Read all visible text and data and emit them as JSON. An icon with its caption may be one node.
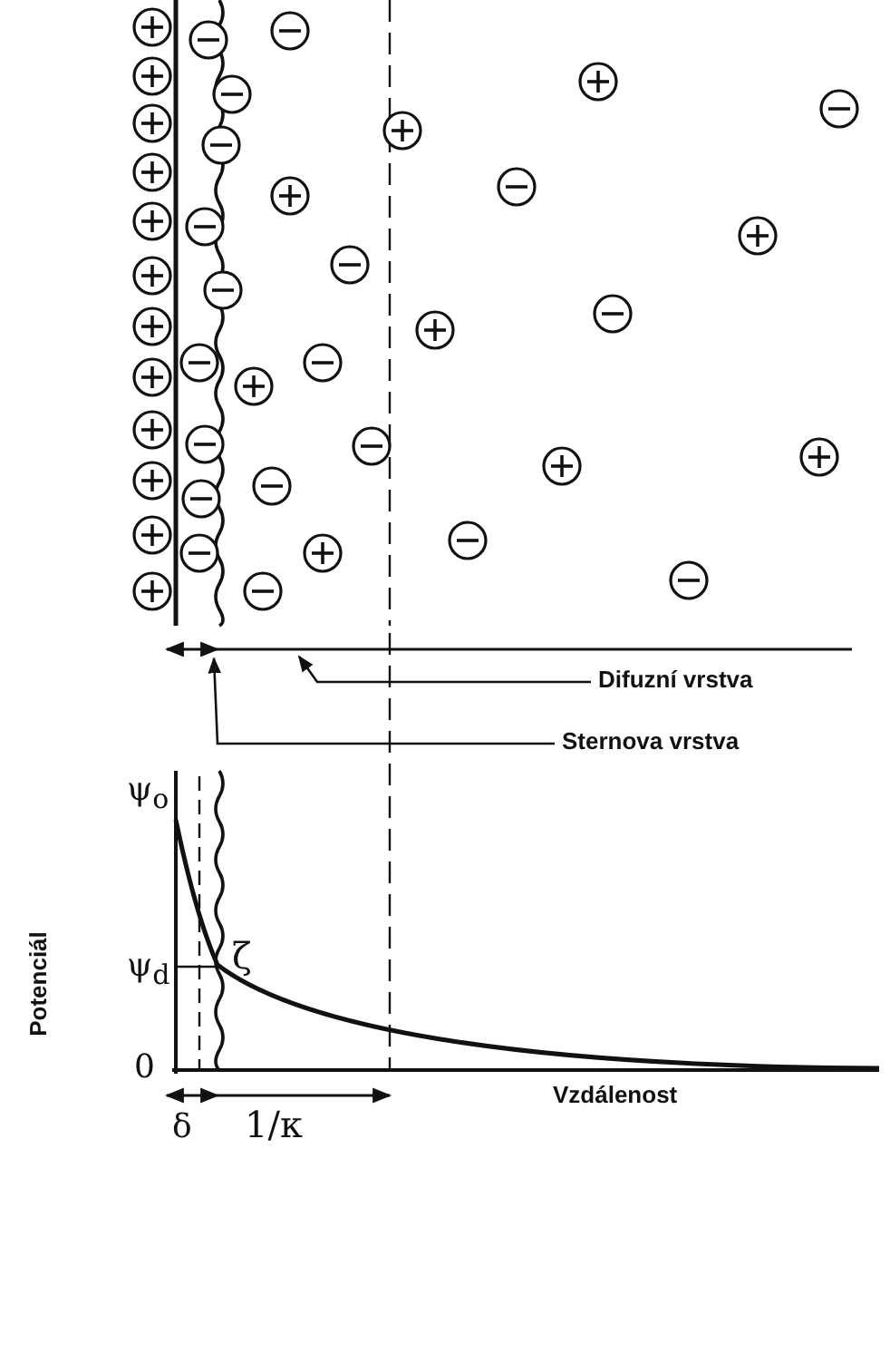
{
  "diagram": {
    "nodes": [
      {
        "text": [
          "Difuzní vrstva"
        ]
      },
      {
        "text": [
          "Sternova vrstva"
        ]
      }
    ],
    "edges": [
      {
        "from": 0,
        "to": null,
        "arrow": "to"
      },
      {
        "from": 1,
        "to": null,
        "arrow": "to"
      }
    ],
    "labels": [
      "ψ$_{o}$",
      "ψ$_{d}$",
      "ζ",
      "Potenciál",
      "0",
      "Vzdálenost",
      "δ",
      "1/κ"
    ]
  }
}
